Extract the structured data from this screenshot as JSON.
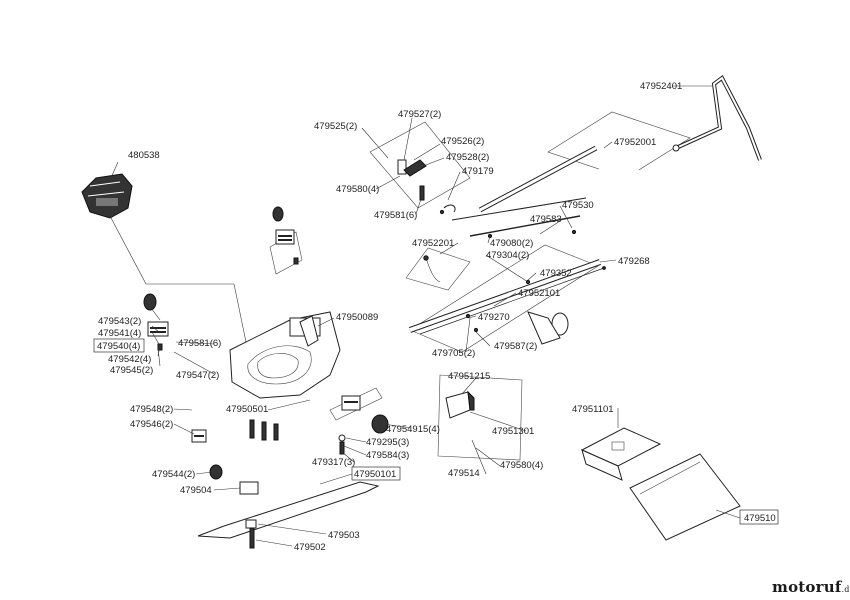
{
  "watermark": {
    "brand": "motoruf",
    "tld": ".de"
  },
  "labels": [
    {
      "id": "p-47952401",
      "text": "47952401"
    },
    {
      "id": "p-47952001",
      "text": "47952001"
    },
    {
      "id": "p-479527",
      "text": "479527(2)"
    },
    {
      "id": "p-479525",
      "text": "479525(2)"
    },
    {
      "id": "p-479526",
      "text": "479526(2)"
    },
    {
      "id": "p-479528",
      "text": "479528(2)"
    },
    {
      "id": "p-479179",
      "text": "479179"
    },
    {
      "id": "p-479580-4a",
      "text": "479580(4)"
    },
    {
      "id": "p-479581-6a",
      "text": "479581(6)"
    },
    {
      "id": "p-480538",
      "text": "480538"
    },
    {
      "id": "p-479530",
      "text": "479530"
    },
    {
      "id": "p-479583",
      "text": "479583"
    },
    {
      "id": "p-47952201",
      "text": "47952201"
    },
    {
      "id": "p-479080",
      "text": "479080(2)"
    },
    {
      "id": "p-479304",
      "text": "479304(2)"
    },
    {
      "id": "p-479268",
      "text": "479268"
    },
    {
      "id": "p-479352",
      "text": "479352"
    },
    {
      "id": "p-47952101",
      "text": "47952101"
    },
    {
      "id": "p-479543",
      "text": "479543(2)"
    },
    {
      "id": "p-479541",
      "text": "479541(4)"
    },
    {
      "id": "p-479540",
      "text": "479540(4)"
    },
    {
      "id": "p-479542",
      "text": "479542(4)"
    },
    {
      "id": "p-479545",
      "text": "479545(2)"
    },
    {
      "id": "p-479581-6b",
      "text": "479581(6)"
    },
    {
      "id": "p-479547",
      "text": "479547(2)"
    },
    {
      "id": "p-47950089",
      "text": "47950089"
    },
    {
      "id": "p-479270",
      "text": "479270"
    },
    {
      "id": "p-479587",
      "text": "479587(2)"
    },
    {
      "id": "p-479705",
      "text": "479705(2)"
    },
    {
      "id": "p-47951215",
      "text": "47951215"
    },
    {
      "id": "p-479548",
      "text": "479548(2)"
    },
    {
      "id": "p-479546",
      "text": "479546(2)"
    },
    {
      "id": "p-47950501",
      "text": "47950501"
    },
    {
      "id": "p-47954915",
      "text": "47954915(4)"
    },
    {
      "id": "p-479295",
      "text": "479295(3)"
    },
    {
      "id": "p-479584",
      "text": "479584(3)"
    },
    {
      "id": "p-479317",
      "text": "479317(3)"
    },
    {
      "id": "p-47951101",
      "text": "47951101"
    },
    {
      "id": "p-47951301",
      "text": "47951301"
    },
    {
      "id": "p-479544",
      "text": "479544(2)"
    },
    {
      "id": "p-479514",
      "text": "479514"
    },
    {
      "id": "p-479580-4b",
      "text": "479580(4)"
    },
    {
      "id": "p-47950101",
      "text": "47950101"
    },
    {
      "id": "p-479504",
      "text": "479504"
    },
    {
      "id": "p-479510",
      "text": "479510"
    },
    {
      "id": "p-479503",
      "text": "479503"
    },
    {
      "id": "p-479502",
      "text": "479502"
    }
  ]
}
